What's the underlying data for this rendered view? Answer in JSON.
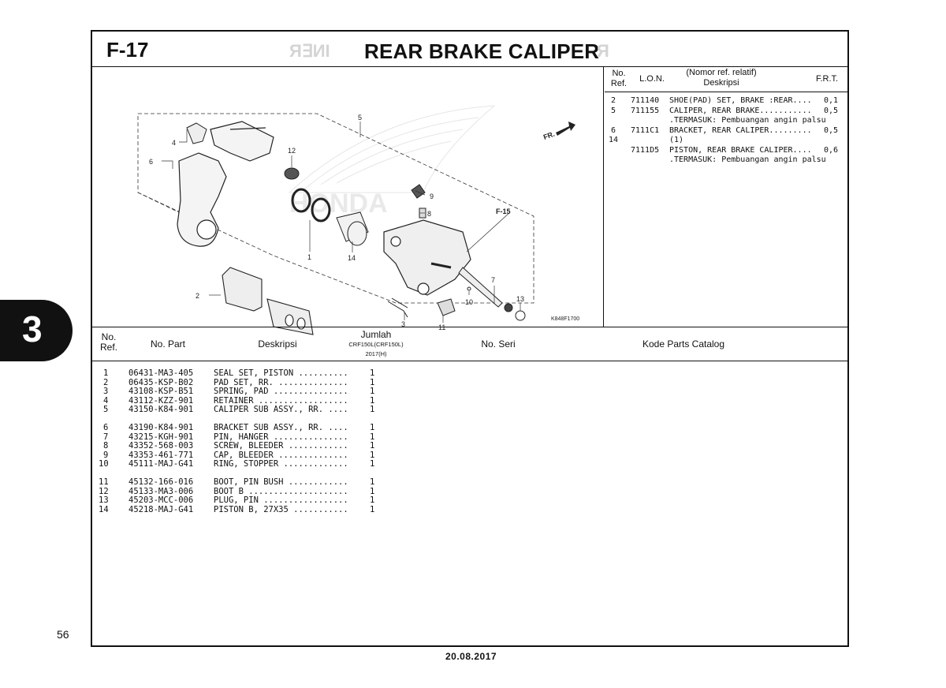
{
  "header": {
    "figure_code": "F-17",
    "title": "REAR BRAKE CALIPER"
  },
  "diagram": {
    "image_code": "K848F1700",
    "direction_label": "FR.",
    "ref_figure": "F-15",
    "callouts": [
      "1",
      "2",
      "3",
      "4",
      "5",
      "6",
      "7",
      "8",
      "9",
      "10",
      "11",
      "12",
      "13",
      "14"
    ]
  },
  "ref_table": {
    "headers": {
      "no_ref": "No.\nRef.",
      "lon": "L.O.N.",
      "desc": "(Nomor ref. relatif)\nDeskripsi",
      "frt": "F.R.T."
    },
    "rows": [
      {
        "ref": "2",
        "lon": "711140",
        "desc": "SHOE(PAD) SET, BRAKE :REAR....",
        "frt": "0,1"
      },
      {
        "ref": "5",
        "lon": "711155",
        "desc": "CALIPER, REAR BRAKE...........",
        "frt": "0,5"
      },
      {
        "ref": "",
        "lon": "",
        "desc": ".TERMASUK: Pembuangan angin palsu",
        "frt": ""
      },
      {
        "ref": "6",
        "lon": "7111C1",
        "desc": "BRACKET, REAR CALIPER.........",
        "frt": "0,5"
      },
      {
        "ref": "14",
        "lon": "",
        "desc": "(1)",
        "frt": ""
      },
      {
        "ref": "",
        "lon": "7111D5",
        "desc": "PISTON, REAR BRAKE CALIPER....",
        "frt": "0,6"
      },
      {
        "ref": "",
        "lon": "",
        "desc": ".TERMASUK: Pembuangan angin palsu",
        "frt": ""
      }
    ]
  },
  "parts_table": {
    "headers": {
      "no_ref": "No.\nRef.",
      "no_part": "No. Part",
      "desc": "Deskripsi",
      "jumlah": "Jumlah",
      "model": "CRF150L(CRF150L)",
      "year": "2017(H)",
      "no_seri": "No. Seri",
      "catalog": "Kode Parts Catalog"
    },
    "groups": [
      [
        {
          "ref": "1",
          "part": "06431-MA3-405",
          "desc": "SEAL SET, PISTON ..........",
          "qty": "1"
        },
        {
          "ref": "2",
          "part": "06435-KSP-B02",
          "desc": "PAD SET, RR. ..............",
          "qty": "1"
        },
        {
          "ref": "3",
          "part": "43108-KSP-B51",
          "desc": "SPRING, PAD ...............",
          "qty": "1"
        },
        {
          "ref": "4",
          "part": "43112-KZZ-901",
          "desc": "RETAINER ..................",
          "qty": "1"
        },
        {
          "ref": "5",
          "part": "43150-K84-901",
          "desc": "CALIPER SUB ASSY., RR. ....",
          "qty": "1"
        }
      ],
      [
        {
          "ref": "6",
          "part": "43190-K84-901",
          "desc": "BRACKET SUB ASSY., RR. ....",
          "qty": "1"
        },
        {
          "ref": "7",
          "part": "43215-KGH-901",
          "desc": "PIN, HANGER ...............",
          "qty": "1"
        },
        {
          "ref": "8",
          "part": "43352-568-003",
          "desc": "SCREW, BLEEDER ............",
          "qty": "1"
        },
        {
          "ref": "9",
          "part": "43353-461-771",
          "desc": "CAP, BLEEDER ..............",
          "qty": "1"
        },
        {
          "ref": "10",
          "part": "45111-MAJ-G41",
          "desc": "RING, STOPPER .............",
          "qty": "1"
        }
      ],
      [
        {
          "ref": "11",
          "part": "45132-166-016",
          "desc": "BOOT, PIN BUSH ............",
          "qty": "1"
        },
        {
          "ref": "12",
          "part": "45133-MA3-006",
          "desc": "BOOT B ....................",
          "qty": "1"
        },
        {
          "ref": "13",
          "part": "45203-MCC-006",
          "desc": "PLUG, PIN .................",
          "qty": "1"
        },
        {
          "ref": "14",
          "part": "45218-MAJ-G41",
          "desc": "PISTON B, 27X35 ...........",
          "qty": "1"
        }
      ]
    ]
  },
  "footer": {
    "page_number": "56",
    "date": "20.08.2017",
    "section_tab": "3"
  }
}
